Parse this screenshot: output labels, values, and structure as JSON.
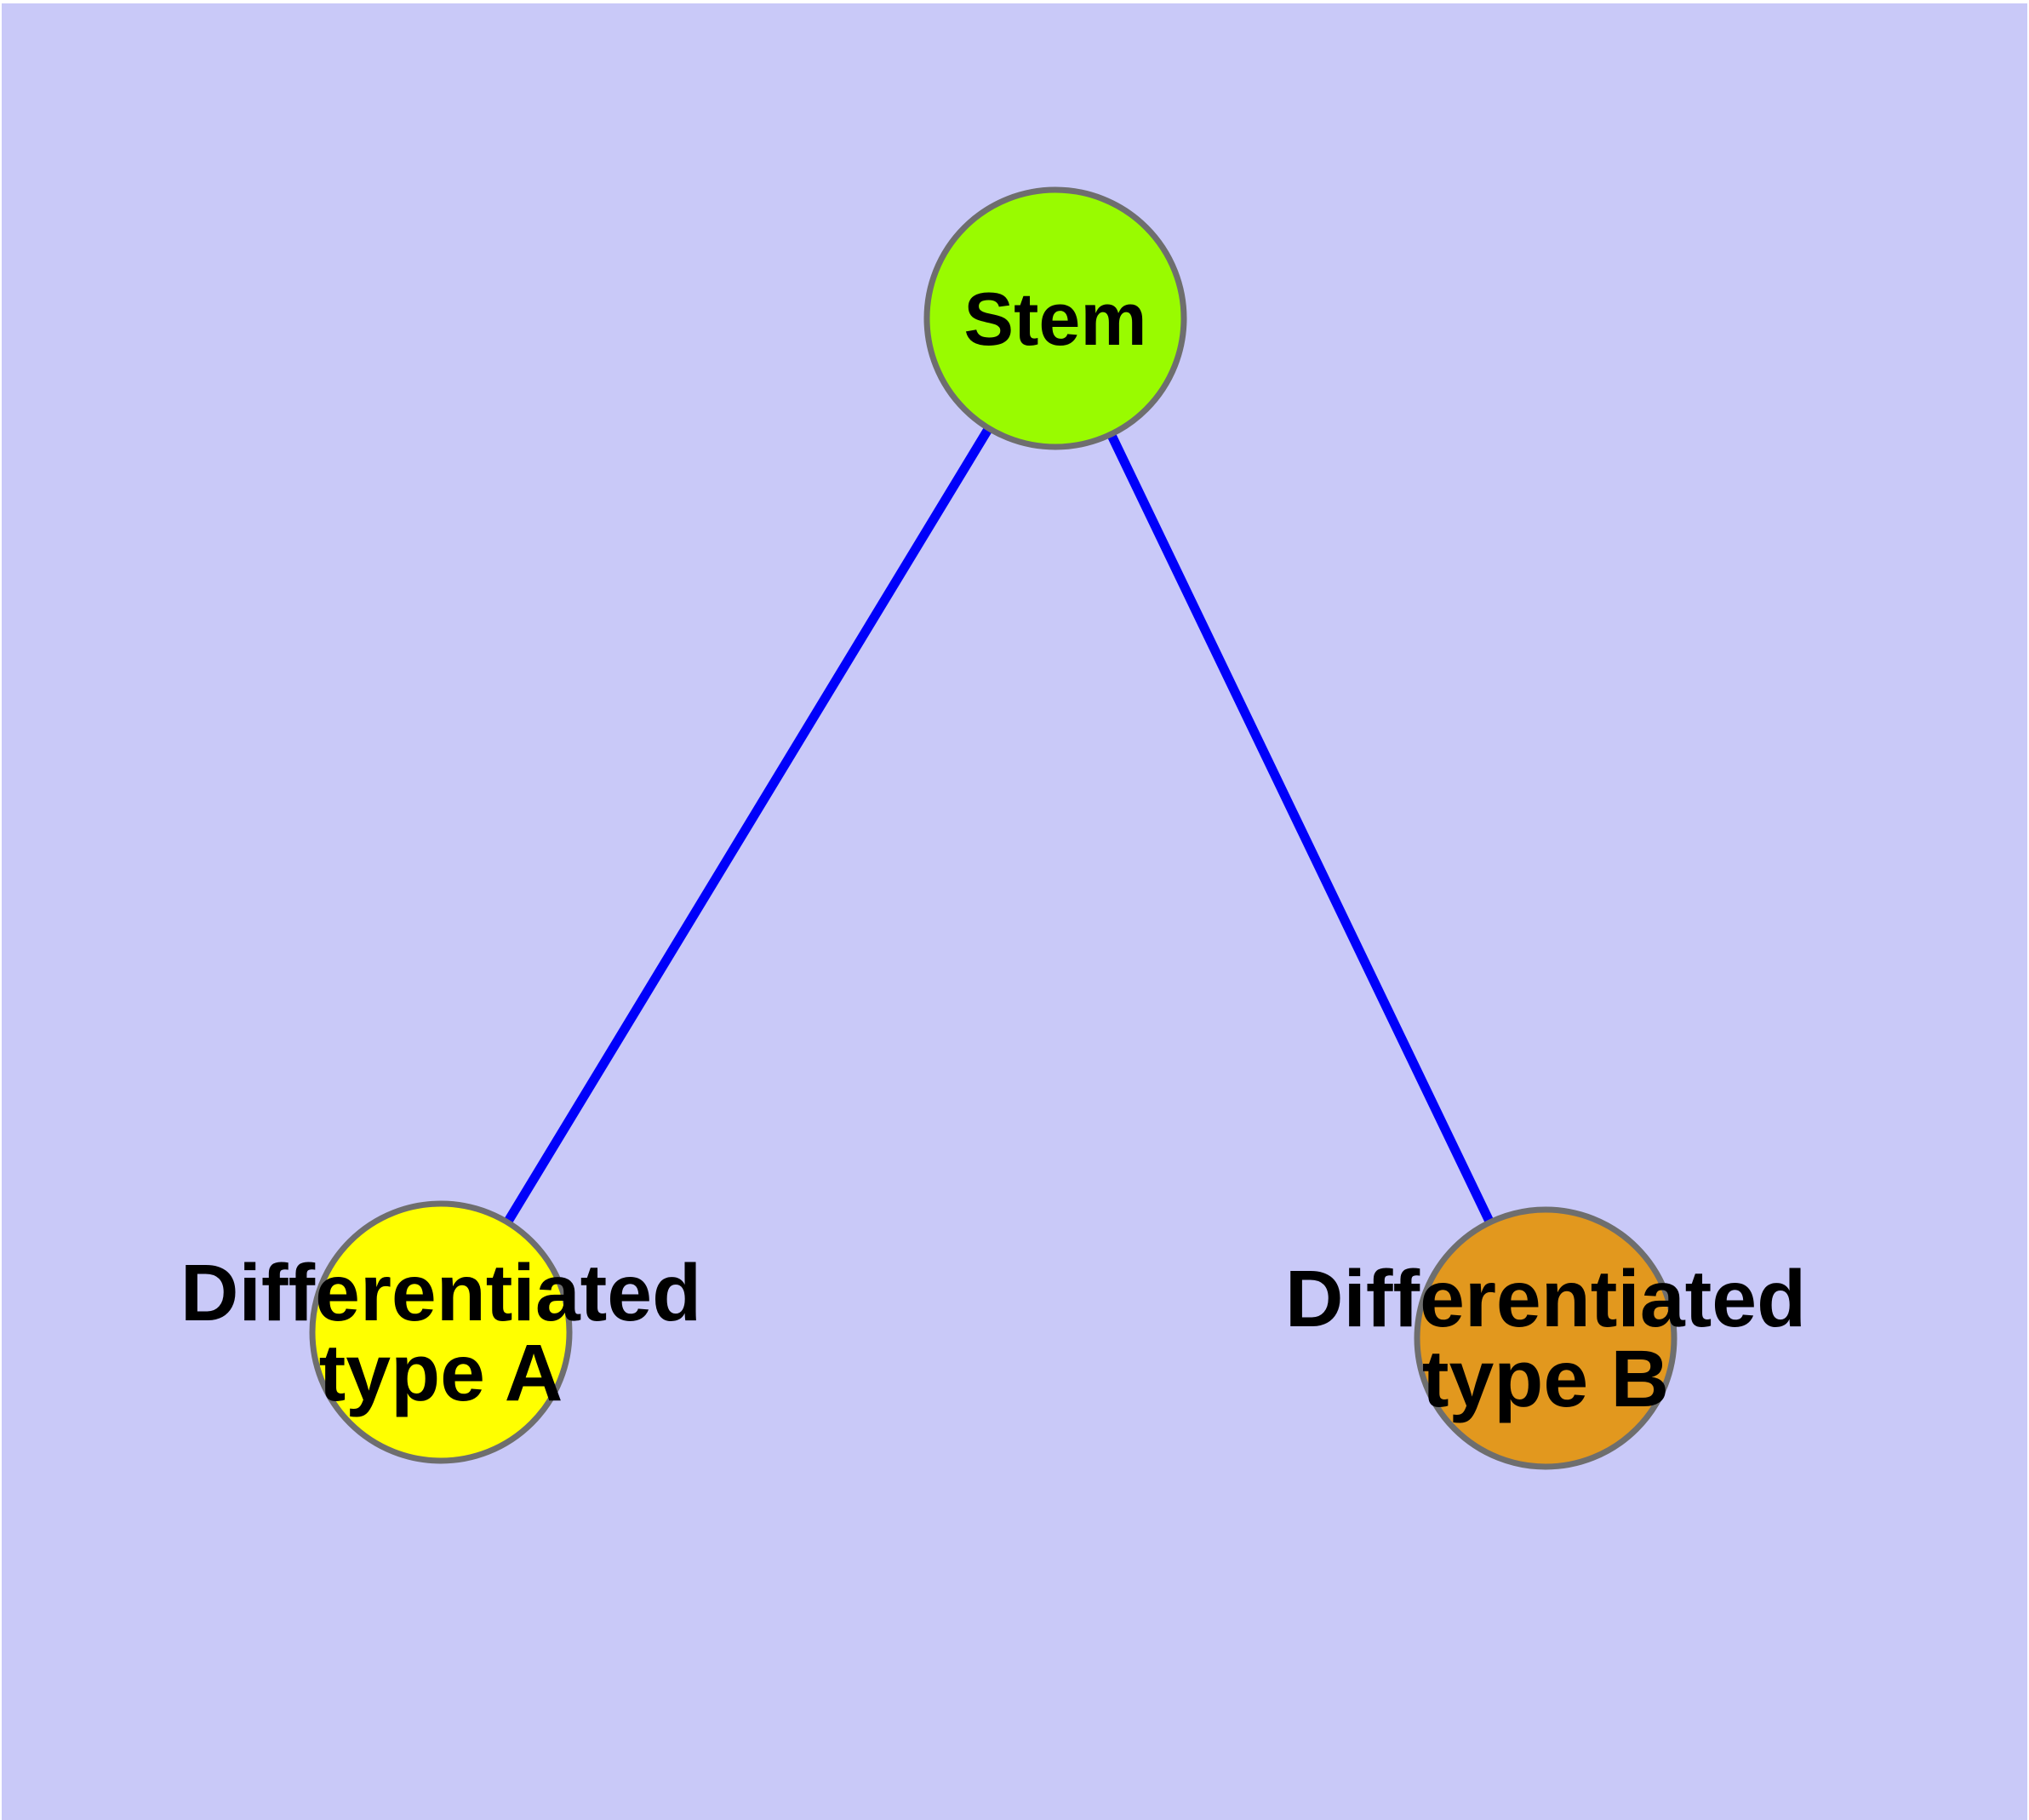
{
  "diagram": {
    "type": "node-link-graph",
    "description_visible_text_only": true,
    "colors": {
      "page_margin": "#FFFFFF",
      "background": "#C9C9F8",
      "edge": "#0000FA",
      "node_border": "#6E6E6E",
      "label_text": "#000000"
    },
    "nodes": [
      {
        "id": "stem",
        "label": "Stem",
        "line1": "Stem",
        "fill": "#99FB00"
      },
      {
        "id": "differentiated-type-a",
        "label": "Differentiated type A",
        "line1": "Differentiated",
        "line2": "type A",
        "fill": "#FFFF00"
      },
      {
        "id": "differentiated-type-b",
        "label": "Differentiated type B",
        "line1": "Differentiated",
        "line2": "type B",
        "fill": "#E2981E"
      }
    ],
    "edges": [
      {
        "from": "Stem",
        "to": "Differentiated type A"
      },
      {
        "from": "Stem",
        "to": "Differentiated type B"
      }
    ]
  }
}
